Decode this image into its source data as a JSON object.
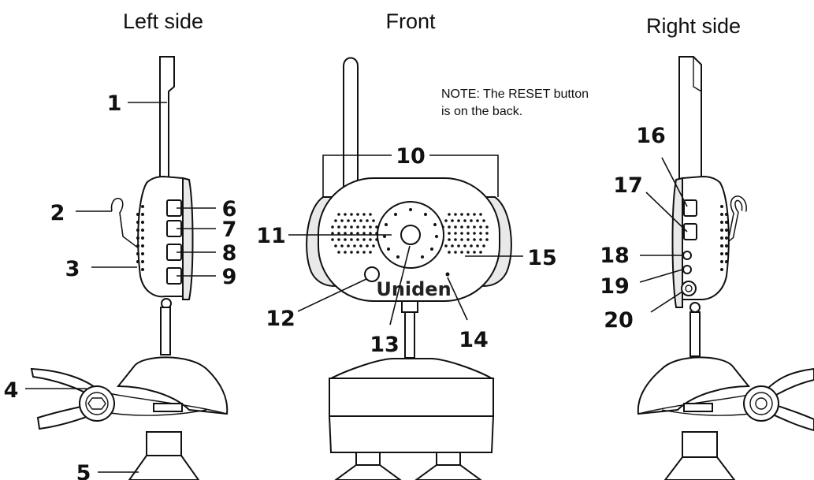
{
  "views": {
    "left": {
      "title": "Left side"
    },
    "front": {
      "title": "Front"
    },
    "right": {
      "title": "Right side"
    }
  },
  "note": {
    "line1": "NOTE:  The RESET button",
    "line2": "is on the back."
  },
  "brand_text": "Uniden",
  "callouts": {
    "c1": "1",
    "c2": "2",
    "c3": "3",
    "c4": "4",
    "c5": "5",
    "c6": "6",
    "c7": "7",
    "c8": "8",
    "c9": "9",
    "c10": "10",
    "c11": "11",
    "c12": "12",
    "c13": "13",
    "c14": "14",
    "c15": "15",
    "c16": "16",
    "c17": "17",
    "c18": "18",
    "c19": "19",
    "c20": "20"
  }
}
